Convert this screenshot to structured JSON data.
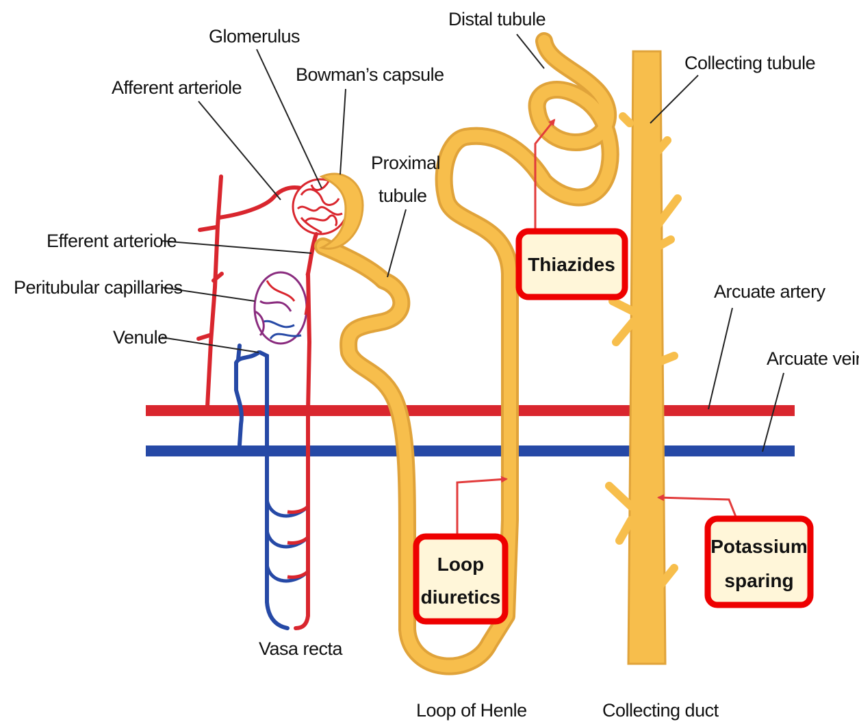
{
  "labels": {
    "distal_tubule": "Distal tubule",
    "glomerulus": "Glomerulus",
    "bowmans_capsule": "Bowman’s capsule",
    "afferent_arteriole": "Afferent arteriole",
    "collecting_tubule": "Collecting tubule",
    "proximal_tubule_line1": "Proximal",
    "proximal_tubule_line2": "tubule",
    "efferent_arteriole": "Efferent arteriole",
    "peritubular_capillaries": "Peritubular capillaries",
    "venule": "Venule",
    "arcuate_artery": "Arcuate artery",
    "arcuate_vein": "Arcuate vein",
    "vasa_recta": "Vasa recta",
    "loop_of_henle": "Loop of Henle",
    "collecting_duct": "Collecting duct"
  },
  "drug_boxes": {
    "thiazides": "Thiazides",
    "loop_line1": "Loop",
    "loop_line2": "diuretics",
    "potassium_line1": "Potassium",
    "potassium_line2": "sparing"
  },
  "colors": {
    "tubule": "#F7BE4C",
    "tubule_outline": "#E0A33A",
    "artery": "#D9262E",
    "vein": "#2649A6",
    "highlight_box": "#EE0000",
    "box_fill": "#FFF6D9",
    "arrow": "#E23B3B"
  }
}
